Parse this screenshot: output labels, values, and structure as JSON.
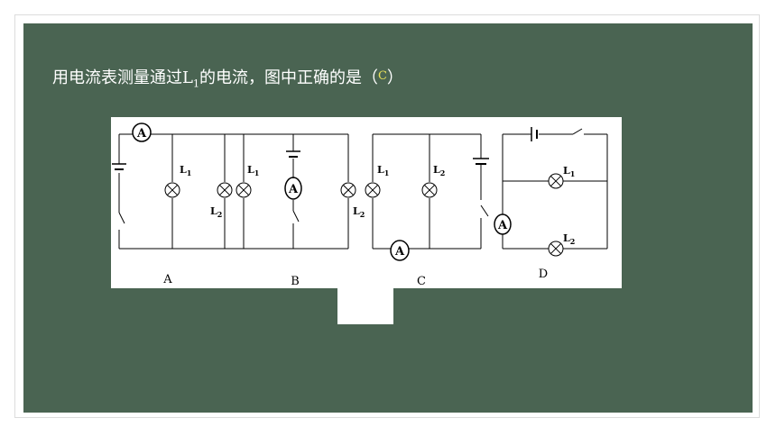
{
  "question": {
    "prefix": "用电流表测量通过L",
    "subscript": "1",
    "suffix": "的电流，图中正确的是（",
    "answer": "C",
    "close": "）"
  },
  "circuits": [
    {
      "label": "A",
      "lamps": [
        {
          "name": "L",
          "sub": "1"
        },
        {
          "name": "L",
          "sub": "2"
        }
      ],
      "meter": "A"
    },
    {
      "label": "B",
      "lamps": [
        {
          "name": "L",
          "sub": "1"
        },
        {
          "name": "L",
          "sub": "2"
        }
      ],
      "meter": "A"
    },
    {
      "label": "C",
      "lamps": [
        {
          "name": "L",
          "sub": "1"
        },
        {
          "name": "L",
          "sub": "2"
        }
      ],
      "meter": "A"
    },
    {
      "label": "D",
      "lamps": [
        {
          "name": "L",
          "sub": "1"
        },
        {
          "name": "L",
          "sub": "2"
        }
      ],
      "meter": "A"
    }
  ],
  "colors": {
    "slide": "#4a6452",
    "answer": "#e8e05a"
  }
}
